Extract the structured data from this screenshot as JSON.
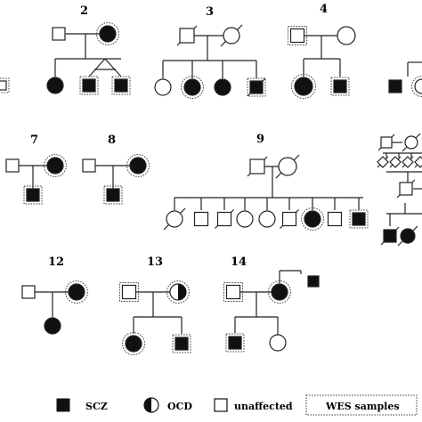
{
  "families": [
    {
      "number": "2"
    },
    {
      "number": "3"
    },
    {
      "number": "4"
    },
    {
      "number": "7"
    },
    {
      "number": "8"
    },
    {
      "number": "9"
    },
    {
      "number": "12"
    },
    {
      "number": "13"
    },
    {
      "number": "14"
    }
  ],
  "legend": {
    "scz": "SCZ",
    "ocd": "OCD",
    "unaffected": "unaffected",
    "wes": "WES samples"
  },
  "colors": {
    "affected": "#111111",
    "line": "#222222",
    "background": "#ffffff"
  }
}
